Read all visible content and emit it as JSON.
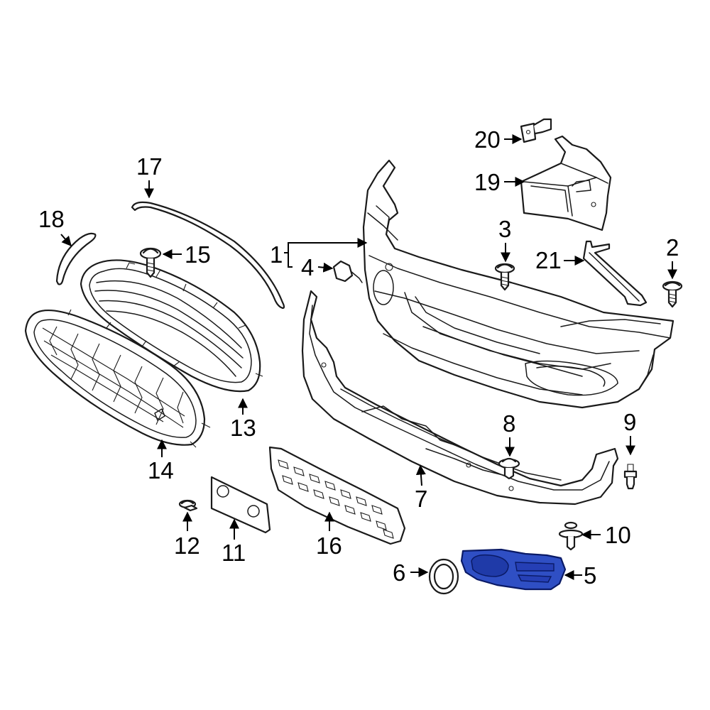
{
  "colors": {
    "line": "#1a1a1a",
    "highlight_fill": "#2f4fc4",
    "highlight_stroke": "#0a1a66",
    "background": "#ffffff"
  },
  "callouts": {
    "c1": "1",
    "c2": "2",
    "c3": "3",
    "c4": "4",
    "c5": "5",
    "c6": "6",
    "c7": "7",
    "c8": "8",
    "c9": "9",
    "c10": "10",
    "c11": "11",
    "c12": "12",
    "c13": "13",
    "c14": "14",
    "c15": "15",
    "c16": "16",
    "c17": "17",
    "c18": "18",
    "c19": "19",
    "c20": "20",
    "c21": "21"
  },
  "highlighted_part": "5"
}
